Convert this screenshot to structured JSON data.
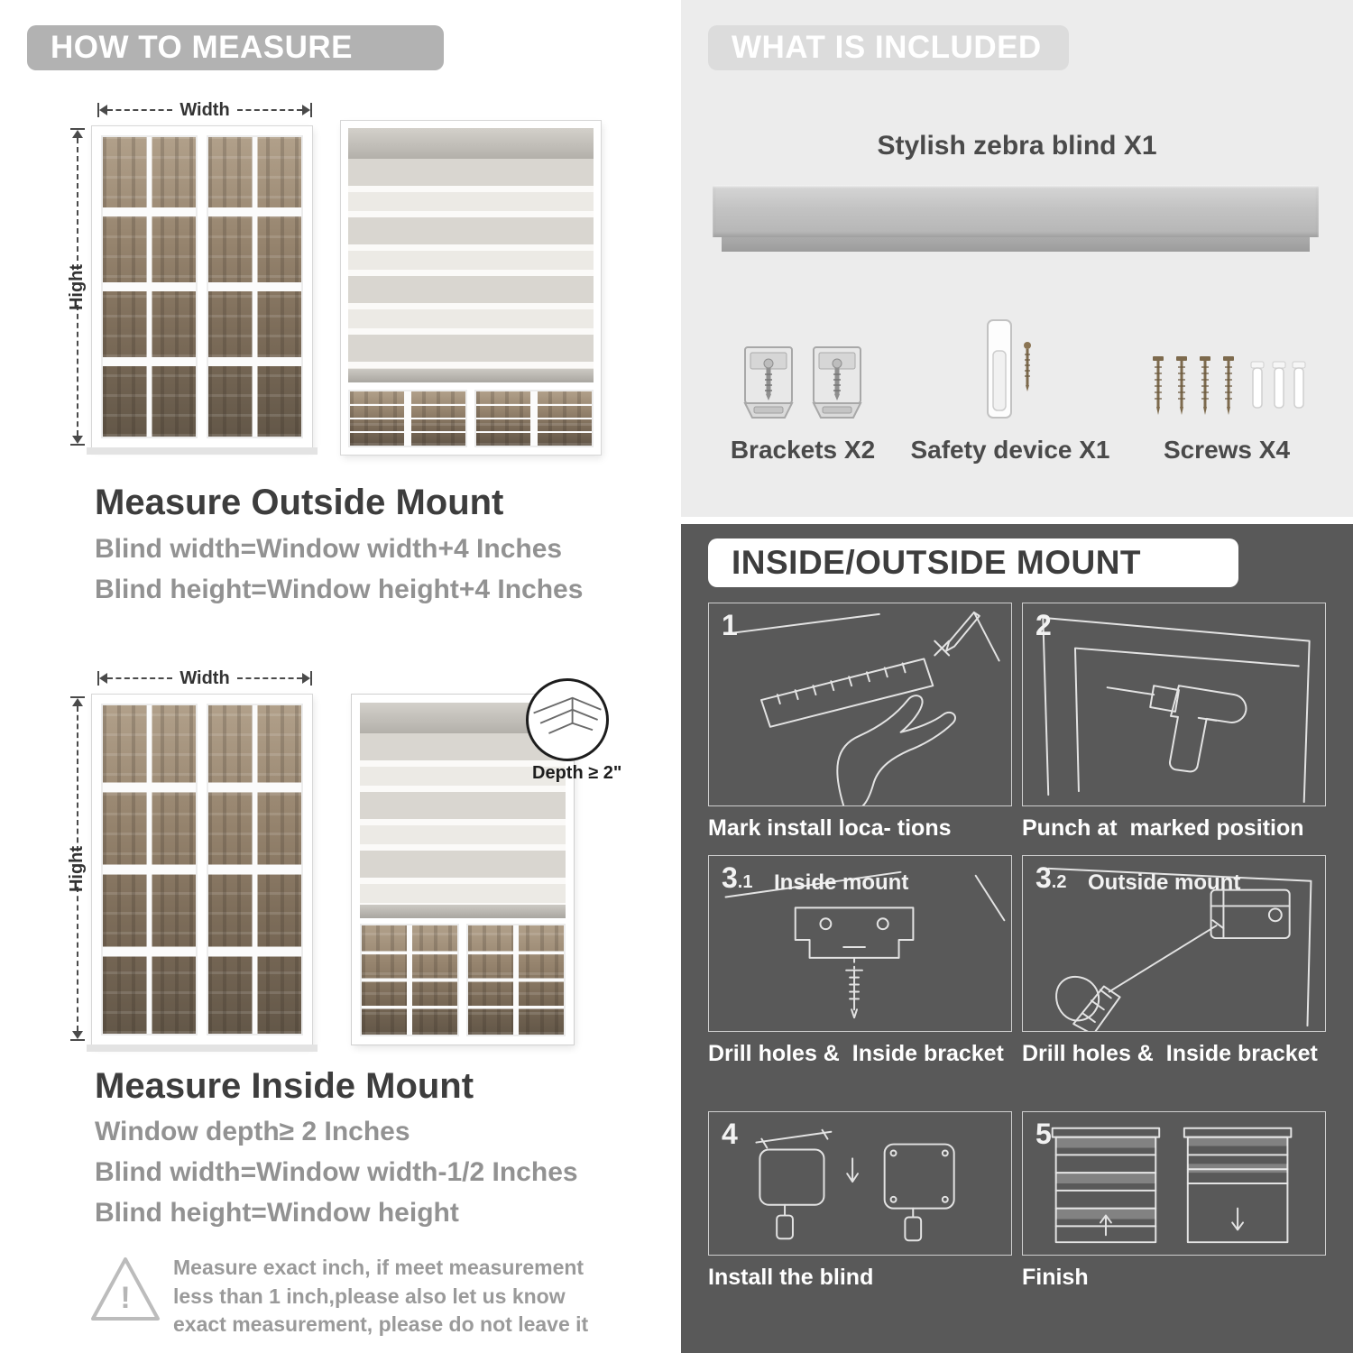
{
  "colors": {
    "banner_gray": "#b2b2b2",
    "section_light": "#ececec",
    "section_dark": "#595959"
  },
  "left": {
    "header": "HOW TO MEASURE",
    "labels": {
      "width": "Width",
      "height": "Hight"
    },
    "outside": {
      "title": "Measure Outside Mount",
      "lines": [
        "Blind width=Window width+4 Inches",
        "Blind height=Window height+4 Inches"
      ]
    },
    "inside": {
      "title": "Measure Inside Mount",
      "depth_callout": "Depth ≥ 2\"",
      "lines": [
        "Window depth≥ 2 Inches",
        "Blind width=Window width-1/2 Inches",
        "Blind height=Window height"
      ]
    },
    "warning": {
      "mark": "!",
      "text": "Measure exact inch, if meet measurement less than 1 inch,please also let us know exact measurement, please do not leave it"
    }
  },
  "right": {
    "included": {
      "header": "WHAT IS INCLUDED",
      "blind_label": "Stylish zebra blind X1",
      "items": [
        {
          "label": "Brackets X2"
        },
        {
          "label": "Safety device X1"
        },
        {
          "label": "Screws X4"
        }
      ]
    },
    "mount": {
      "header": "INSIDE/OUTSIDE MOUNT",
      "steps": [
        {
          "num": "1",
          "caption": "Mark install loca- tions"
        },
        {
          "num": "2",
          "caption": "Punch at  marked position"
        },
        {
          "num": "3",
          "sub": ".1",
          "label": "Inside mount",
          "caption": "Drill holes &  Inside bracket"
        },
        {
          "num": "3",
          "sub": ".2",
          "label": "Outside mount",
          "caption": "Drill holes &  Inside bracket"
        },
        {
          "num": "4",
          "caption": "Install the blind"
        },
        {
          "num": "5",
          "caption": "Finish"
        }
      ]
    }
  }
}
